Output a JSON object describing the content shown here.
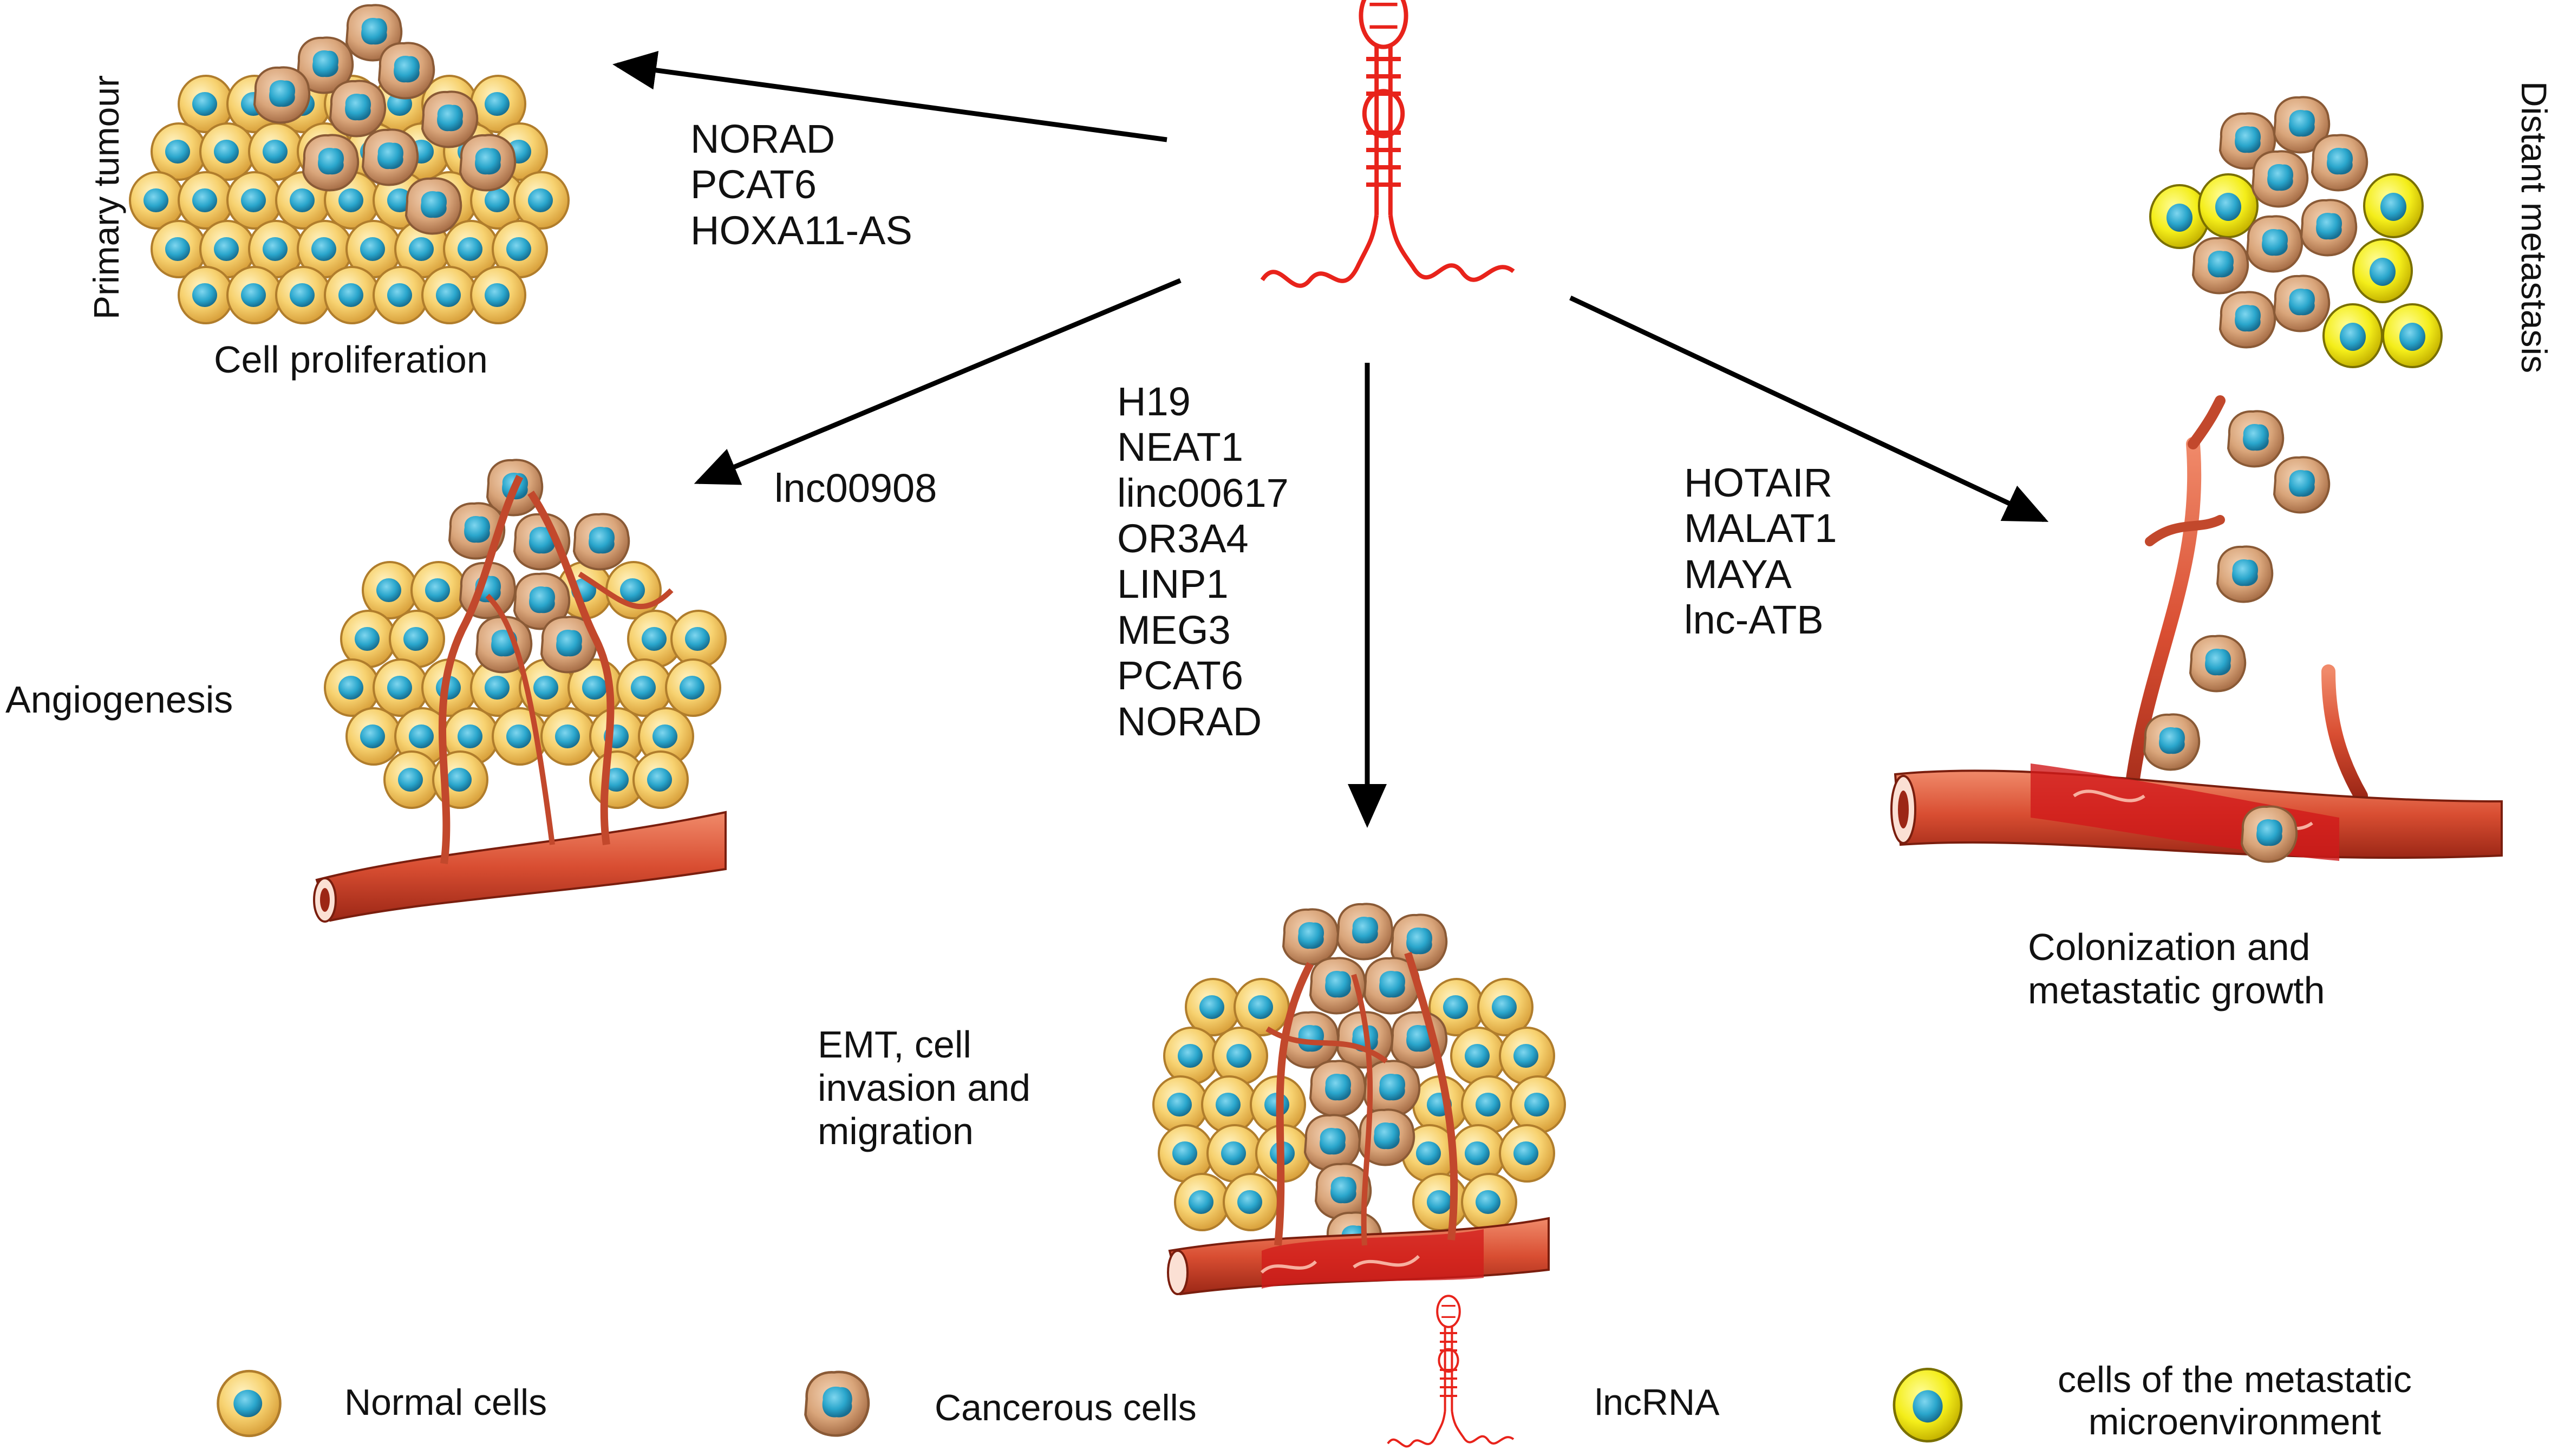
{
  "labels": {
    "primary_tumour": "Primary tumour",
    "distant_metastasis": "Distant metastasis",
    "cell_proliferation": "Cell proliferation",
    "angiogenesis": "Angiogenesis",
    "emt": [
      "EMT, cell",
      "invasion and",
      "migration"
    ],
    "colonization": [
      "Colonization and",
      "metastatic growth"
    ]
  },
  "lists": {
    "proliferation": [
      "NORAD",
      "PCAT6",
      "HOXA11-AS"
    ],
    "angiogenesis": [
      "lnc00908"
    ],
    "emt": [
      "H19",
      "NEAT1",
      "linc00617",
      "OR3A4",
      "LINP1",
      "MEG3",
      "PCAT6",
      "NORAD"
    ],
    "metastasis": [
      "HOTAIR",
      "MALAT1",
      "MAYA",
      "lnc-ATB"
    ]
  },
  "legend": {
    "normal": "Normal cells",
    "cancerous": "Cancerous cells",
    "lncrna": "lncRNA",
    "micro": [
      "cells of the metastatic",
      "microenvironment"
    ]
  },
  "colors": {
    "normal_fill": "#f2c55a",
    "nucleus": "#2aa6cc",
    "cancer_fill": "#d9a57a",
    "micro_fill": "#f4ee1a",
    "vessel": "#d94e32",
    "lncrna": "#e8231b"
  }
}
